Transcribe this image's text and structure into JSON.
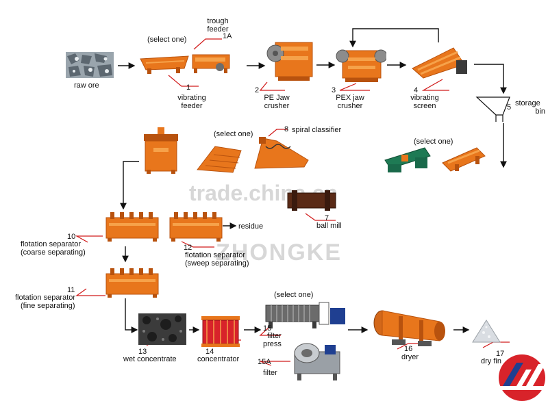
{
  "labels": {
    "raw_ore": "raw ore",
    "select_one": "(select one)",
    "trough_feeder_l1": "trough",
    "trough_feeder_l2": "feeder",
    "n1a": "1A",
    "n1": "1",
    "vib_feeder_l1": "vibrating",
    "vib_feeder_l2": "feeder",
    "n2": "2",
    "pe_jaw_l1": "PE Jaw",
    "pe_jaw_l2": "crusher",
    "n3": "3",
    "pex_jaw_l1": "PEX jaw",
    "pex_jaw_l2": "crusher",
    "n4": "4",
    "vib_screen_l1": "vibrating",
    "vib_screen_l2": "screen",
    "n5": "5",
    "storage_bin_l1": "storage",
    "storage_bin_l2": "bin",
    "n8": "8",
    "spiral_classifier": "spiral classifier",
    "n7": "7",
    "ball_mill": "ball mill",
    "n10": "10",
    "flot_coarse_l1": "flotation separator",
    "flot_coarse_l2": "(coarse separating)",
    "n12": "12",
    "flot_sweep_l1": "flotation separator",
    "flot_sweep_l2": "(sweep separating)",
    "residue": "residue",
    "n11": "11",
    "flot_fine_l1": "flotation separator",
    "flot_fine_l2": "(fine separating)",
    "n13": "13",
    "wet_concentrate": "wet concentrate",
    "n14": "14",
    "concentrator": "concentrator",
    "n15": "15",
    "filter_press_l1": "filter",
    "filter_press_l2": "press",
    "n15a": "15A",
    "filter": "filter",
    "n16": "16",
    "dryer": "dryer",
    "n17": "17",
    "dry_fine": "dry fin"
  },
  "watermarks": {
    "trade": "trade.china.cn",
    "brand": "ZHONGKE"
  },
  "colors": {
    "machine": "#e8761c",
    "machine_dark": "#b8520e",
    "machine_light": "#f6a24a",
    "callout": "#d11a1a",
    "ore": "#6e7b86",
    "logo_red": "#d8232a",
    "logo_blue": "#1f3f91"
  },
  "icons": {
    "raw_ore": "ore-pile-icon",
    "logo": "company-logo-icon"
  }
}
